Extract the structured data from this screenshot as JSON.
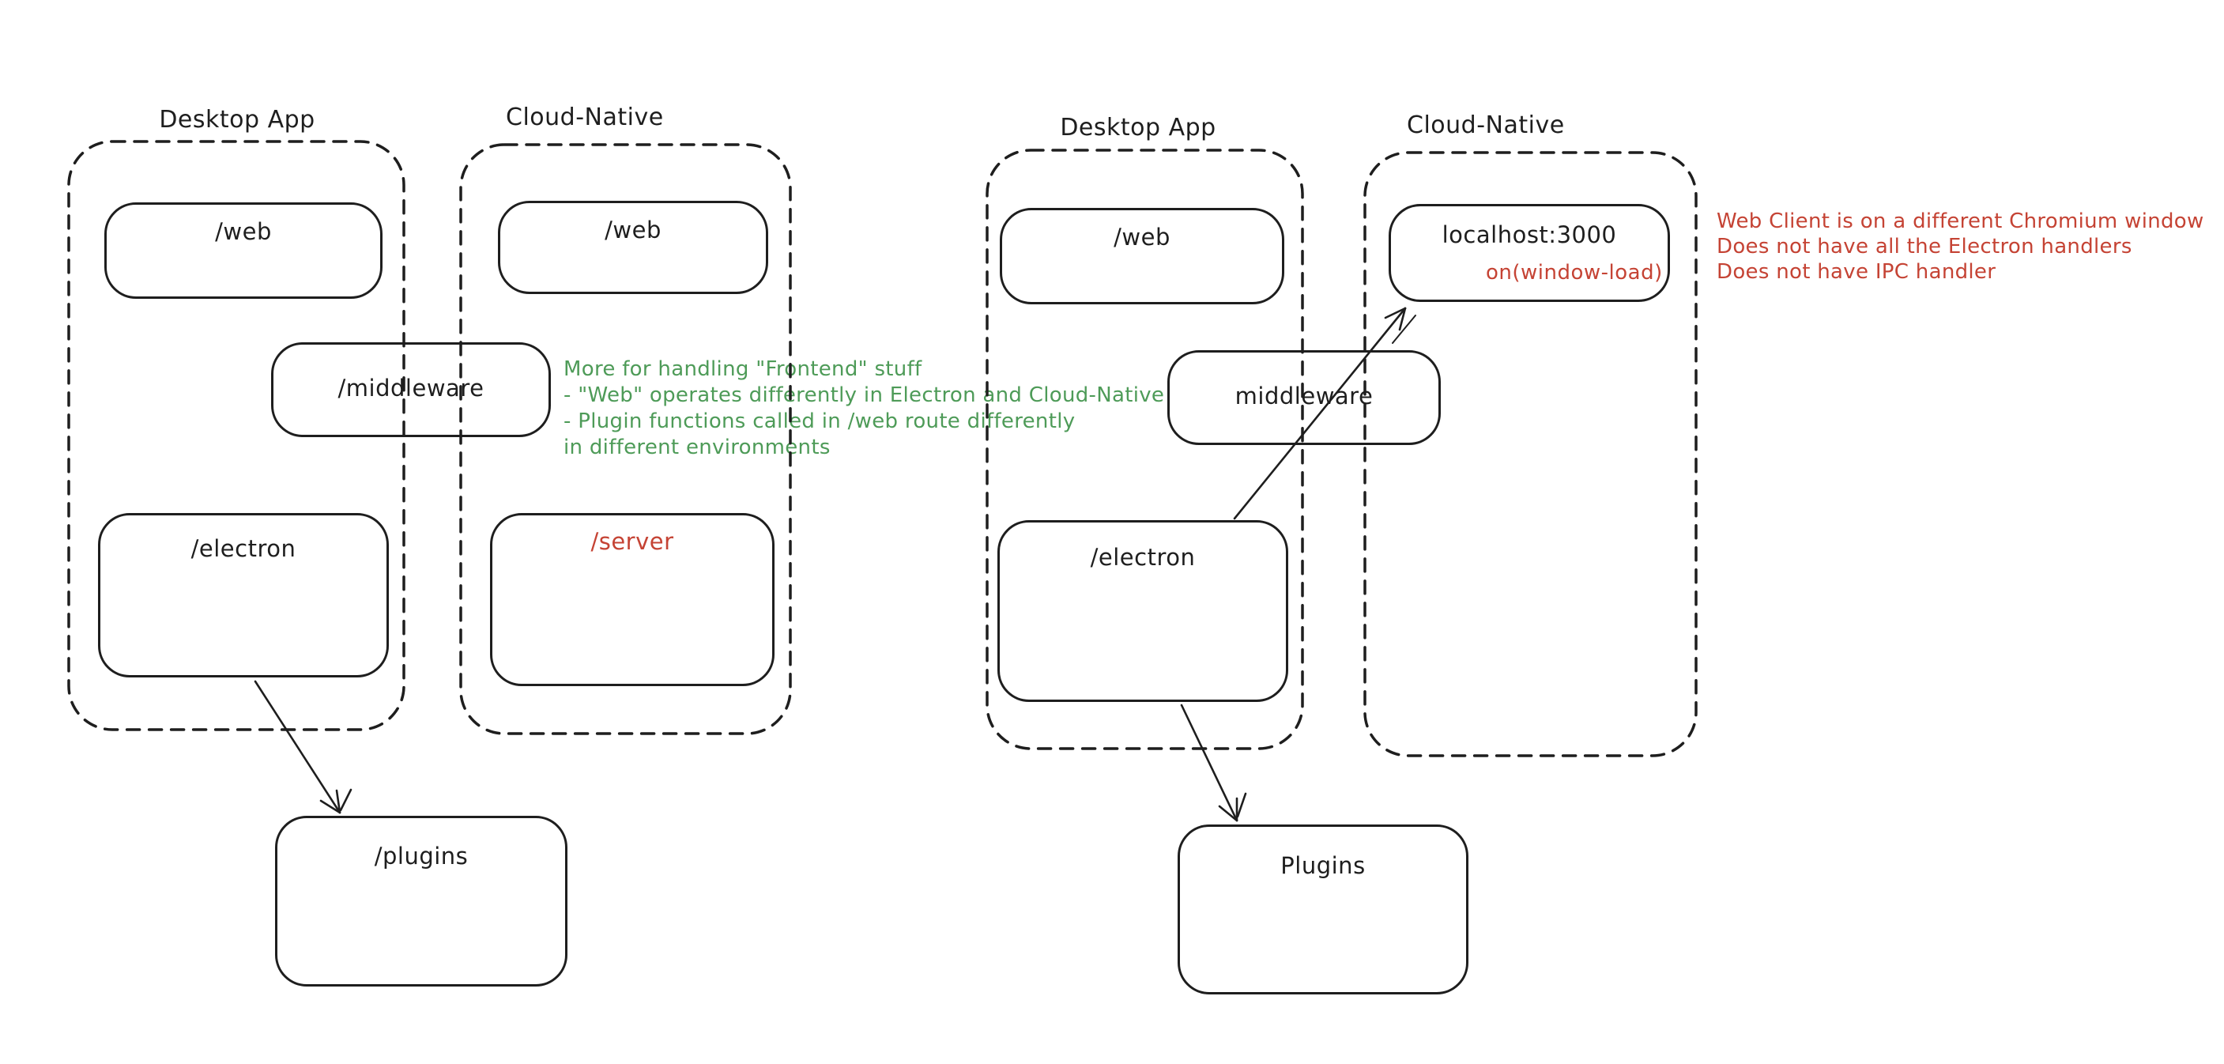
{
  "colors": {
    "ink": "#1e1e1e",
    "red": "#c54334",
    "green": "#4e9b58",
    "background": "#ffffff"
  },
  "left_diagram": {
    "desktop_group_label": "Desktop App",
    "cloud_group_label": "Cloud-Native",
    "web_desktop_box": "/web",
    "web_cloud_box": "/web",
    "middleware_box": "/middleware",
    "electron_box": "/electron",
    "server_box": "/server",
    "plugins_box": "/plugins",
    "annotation": {
      "color": "#4e9b58",
      "lines": [
        "More for handling \"Frontend\" stuff",
        "- \"Web\" operates differently in Electron and Cloud-Native",
        "- Plugin functions called in /web route differently",
        "in different environments"
      ]
    }
  },
  "right_diagram": {
    "desktop_group_label": "Desktop App",
    "cloud_group_label": "Cloud-Native",
    "web_box": "/web",
    "localhost_box": "localhost:3000",
    "localhost_event": "on(window-load)",
    "middleware_box": "middleware",
    "electron_box": "/electron",
    "plugins_box": "Plugins",
    "annotation": {
      "color": "#c54334",
      "lines": [
        "Web Client is on a different Chromium window",
        "Does not have all the Electron handlers",
        "Does not have IPC handler"
      ]
    }
  }
}
